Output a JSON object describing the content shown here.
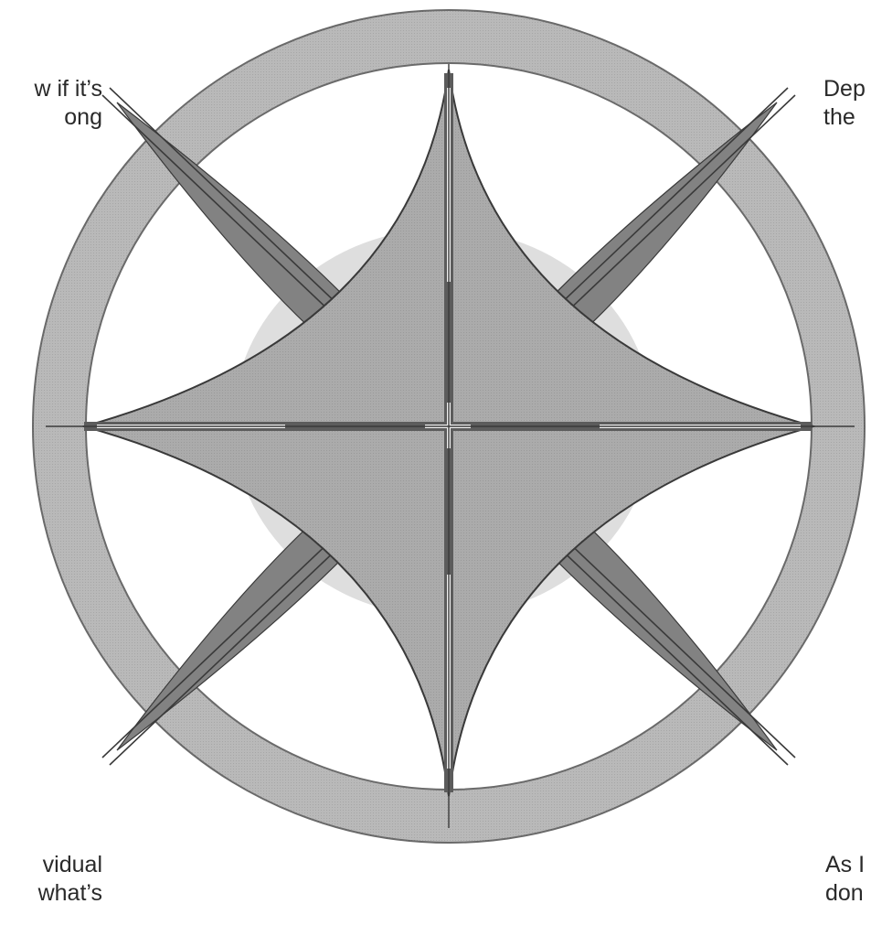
{
  "colors": {
    "background": "#ffffff",
    "ring": "#b9b9b9",
    "ring_stroke": "#6a6a6a",
    "inner_disc": "#ffffff",
    "halo": "#dedede",
    "main_star": "#ababab",
    "diagonal_star": "#828282",
    "needle": "#5c5c5c",
    "needle_highlight": "#f2f2f2",
    "line": "#3a3a3a"
  },
  "corner_text": {
    "top_left": [
      "w if it’s",
      "ong"
    ],
    "top_right": [
      "Dep",
      "the"
    ],
    "bottom_left": [
      "vidual",
      "what’s"
    ],
    "bottom_right": [
      "As I",
      "don"
    ]
  }
}
